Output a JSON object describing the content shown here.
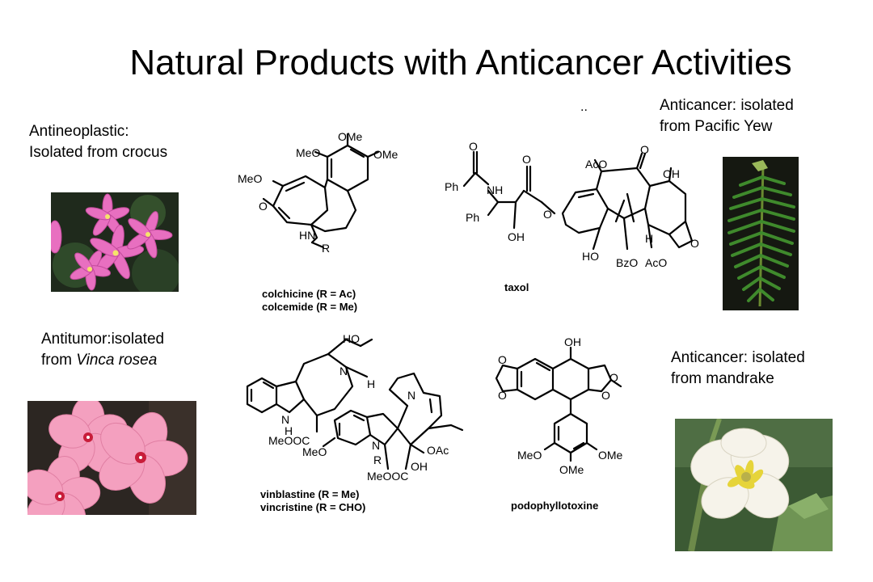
{
  "slide": {
    "title": "Natural Products with Anticancer Activities"
  },
  "captions": {
    "crocus": {
      "line1": "Antineoplastic:",
      "line2": "Isolated from crocus"
    },
    "vinca": {
      "line1": "Antitumor:isolated",
      "line2_prefix": "from ",
      "line2_italic": "Vinca rosea"
    },
    "yew": {
      "line1": "Anticancer:  isolated",
      "line2": "from Pacific Yew"
    },
    "mandrake": {
      "line1": "Anticancer: isolated",
      "line2": "from mandrake"
    }
  },
  "stray_mark": "..",
  "structures": {
    "colchicine": {
      "labels": [
        "OMe",
        "MeO",
        "OMe",
        "MeO",
        "O",
        "HN",
        "R"
      ],
      "name_lines": [
        "colchicine  (R = Ac)",
        "colcemide   (R = Me)"
      ]
    },
    "taxol": {
      "labels": [
        "O",
        "Ph",
        "NH",
        "O",
        "Ph",
        "O",
        "OH",
        "AcO",
        "O",
        "OH",
        "HO",
        "BzO",
        "H",
        "AcO",
        "O"
      ],
      "name": "taxol"
    },
    "vinblastine": {
      "labels": [
        "HO",
        "N",
        "H",
        "N",
        "H",
        "N",
        "MeOOC",
        "MeO",
        "N",
        "R",
        "OAc",
        "MeOOC",
        "OH"
      ],
      "name_lines": [
        "vinblastine   (R = Me)",
        "vincristine   (R = CHO)"
      ]
    },
    "podophyllotoxine": {
      "labels": [
        "OH",
        "O",
        "O",
        "O",
        "O",
        "MeO",
        "OMe",
        "OMe"
      ],
      "name": "podophyllotoxine"
    }
  },
  "colors": {
    "flower_pink": "#e86fc0",
    "vinca_pink": "#f4a0bf",
    "vinca_eye": "#c81d3a",
    "yew_green": "#3f8a2c",
    "mandrake_petal": "#f6f3ea",
    "mandrake_stamen": "#e6d43a",
    "dark_bg": "#2c2622"
  }
}
